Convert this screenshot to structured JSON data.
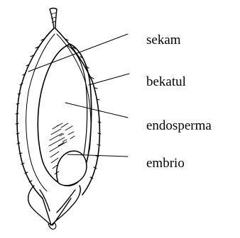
{
  "diagram": {
    "labels": {
      "sekam": "sekam",
      "bekatul": "bekatul",
      "endosperma": "endosperma",
      "embrio": "embrio"
    },
    "colors": {
      "ink": "#000000",
      "background": "#ffffff"
    }
  }
}
